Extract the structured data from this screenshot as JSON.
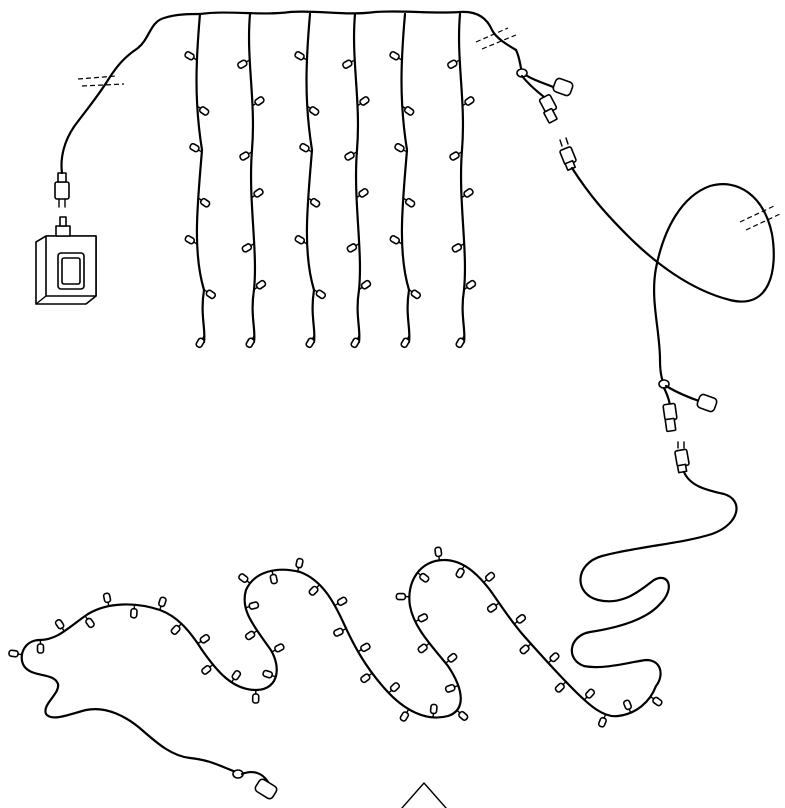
{
  "diagram": {
    "subject": "",
    "colors": {
      "line": "#000000",
      "background": "#ffffff"
    },
    "components": [
      "power-adapter",
      "curtain-light-strands",
      "extension-cable-coil",
      "string-light-chain",
      "end-connector"
    ]
  }
}
